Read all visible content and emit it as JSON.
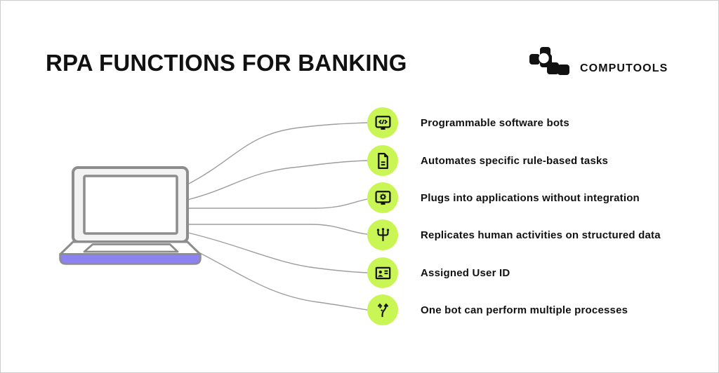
{
  "header": {
    "title": "RPA FUNCTIONS FOR BANKING"
  },
  "logo": {
    "text": "COMPUTOOLS",
    "icon": "computools-logo-icon"
  },
  "diagram": {
    "laptop": {
      "icon": "laptop-icon"
    },
    "items": [
      {
        "icon": "code-monitor-icon",
        "label": "Programmable software bots"
      },
      {
        "icon": "document-icon",
        "label": "Automates specific rule-based tasks"
      },
      {
        "icon": "gear-monitor-icon",
        "label": "Plugs into applications without integration"
      },
      {
        "icon": "network-branch-icon",
        "label": "Replicates human activities on structured data"
      },
      {
        "icon": "id-card-icon",
        "label": "Assigned User ID"
      },
      {
        "icon": "split-arrows-icon",
        "label": "One bot can perform multiple processes"
      }
    ]
  },
  "colors": {
    "accent-green": "#c9f655",
    "laptop-purple": "#8c82f0",
    "outline-gray": "#8d8d8d",
    "line-gray": "#9e9e9e",
    "ink": "#111111",
    "page-bg": "#ffffff",
    "page-border": "#cccccc"
  }
}
